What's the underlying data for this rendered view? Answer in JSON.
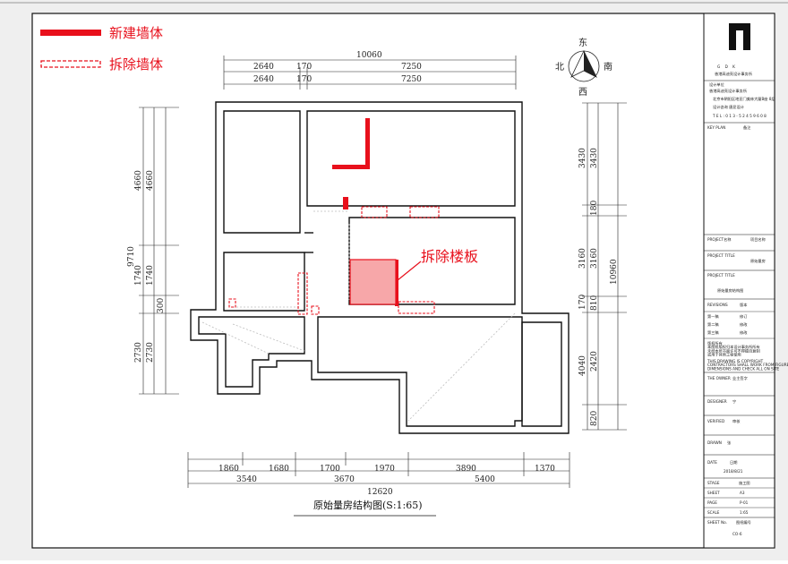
{
  "colors": {
    "red": "#e8101c",
    "pink": "#f7a7a9",
    "wall": "#111111",
    "bg": "#ffffff",
    "tblock": "#ffffff"
  },
  "legend": {
    "new_wall": "新建墙体",
    "demolish_wall": "拆除墙体"
  },
  "compass": {
    "east": "东",
    "north": "北",
    "south": "南",
    "west": "西"
  },
  "annotation": "拆除楼板",
  "plan_title": "原始量房结构图(S:1:65)",
  "dims": {
    "top_total": "10060",
    "top_a": "2640",
    "top_b": "170",
    "top_c": "7250",
    "top2_a": "2640",
    "top2_b": "170",
    "top2_c": "7250",
    "left_a": "4660",
    "left_a2": "4660",
    "left_total": "9710",
    "left_b": "1740",
    "left_b2": "1740",
    "left_c": "300",
    "left_d": "2730",
    "left_d2": "2730",
    "right_a": "3430",
    "right_a2": "3430",
    "right_b": "180",
    "right_c": "3160",
    "right_c2": "3160",
    "right_d": "810",
    "right_e": "170",
    "right_f": "2420",
    "right_g": "4040",
    "right_h": "820",
    "right_total": "10960",
    "bot_a": "1860",
    "bot_b": "1680",
    "bot_c": "1700",
    "bot_d": "1970",
    "bot_e": "3890",
    "bot_f": "1370",
    "bot2_a": "3540",
    "bot2_b": "3670",
    "bot2_c": "5400",
    "bot_total": "12620"
  },
  "title_block": {
    "logo": "G D K",
    "company": "香港高迪亮设计事务所",
    "design_unit": "设计单位",
    "address": "北京市朝阳区地亚门美林大厦B座 8层",
    "contact": "设计咨询  唐显设计",
    "phone": "T E L : 0 1 3 - 5 2 4 5 9 6 0 8",
    "key_plan": "KEY PLAN",
    "notes": "备注",
    "project": "PROJECT名称",
    "project_val": "项目名称",
    "project_title": "PROJECT TITLE",
    "project_title_val": "原始量房",
    "drawing_title": "PROJECT TITLE",
    "drawing_title_val": "原始量房结构图",
    "revisions": "REVISIONS",
    "revisions_val": "版本",
    "rev1": "第一稿",
    "rev2": "第二稿",
    "rev3": "第三稿",
    "rev_v1": "修订",
    "rev_v2": "修改",
    "rev_v3": "修改",
    "notice_cn": "版权所有\n本图纸版权归本设计事务所所有\n未经本所书面许可不得擅自复制\n或用于其他工程使用",
    "notice_en": "THIS DRAWING IS COPYRIGHT\nCONTRACTORS SHALL WORK FROM FIGURED\nDIMENSIONS AND CHECK ALL ON SITE",
    "owner": "THE OWNER",
    "owner_val": "业主签字",
    "designer": "DESIGNER",
    "designer_val": "宁",
    "verified": "VERIFIED",
    "verified_val": "审核",
    "drawn": "DRAWN",
    "drawn_val": "张",
    "date": "DATE",
    "date_val": "日期",
    "date_num": "2018/8/21",
    "stage": "STAGE",
    "stage_val": "施工图",
    "sheet": "SHEET",
    "sheet_val": "A3",
    "page": "PAGE",
    "page_val": "P-01",
    "scale": "SCALE",
    "scale_val": "1:65",
    "sheet_no": "SHEET No.",
    "sheet_no_val": "图纸编号",
    "sheet_no_code": "CO-6"
  }
}
